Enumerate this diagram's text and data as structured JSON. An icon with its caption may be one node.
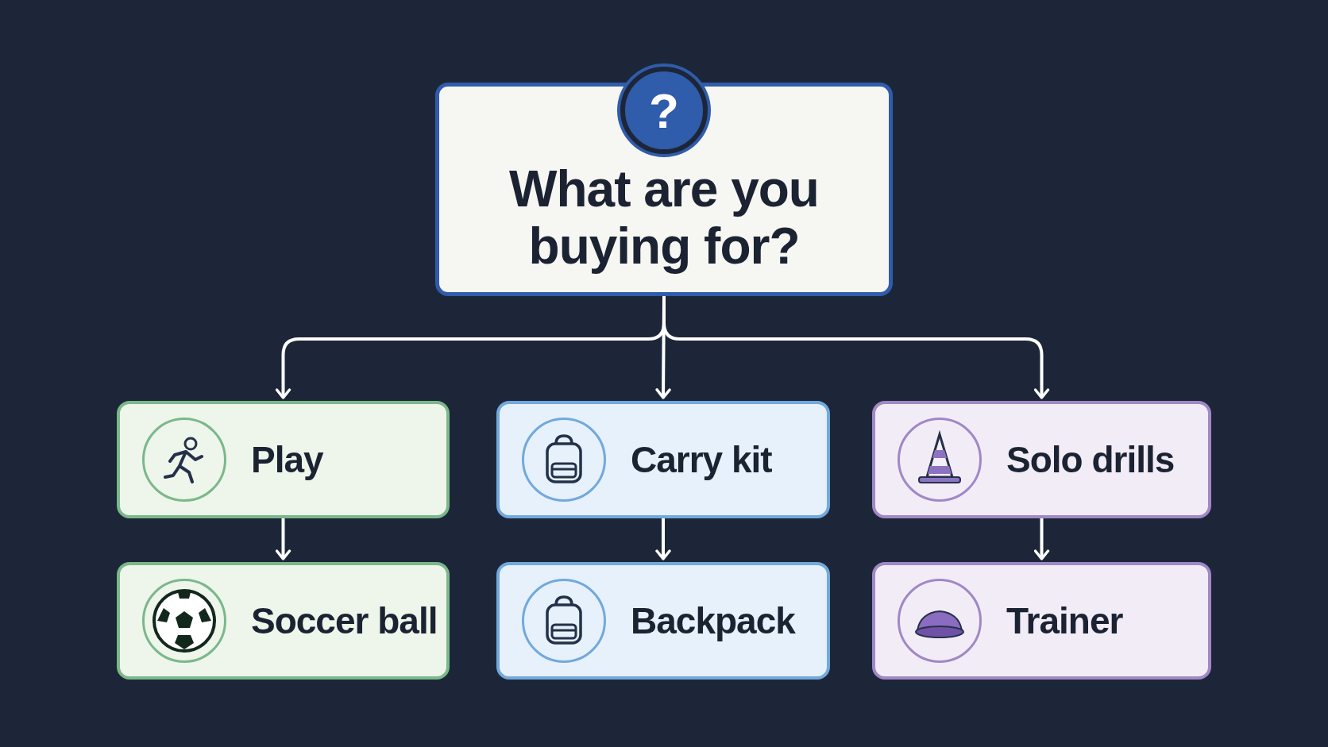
{
  "diagram": {
    "nodes": [
      {
        "text": [
          "What are you buying for?"
        ]
      },
      {
        "text": [
          "Play"
        ]
      },
      {
        "text": [
          "Carry kit"
        ]
      },
      {
        "text": [
          "Solo drills"
        ]
      },
      {
        "text": [
          "Soccer ball"
        ]
      },
      {
        "text": [
          "Backpack"
        ]
      },
      {
        "text": [
          "Trainer"
        ]
      }
    ],
    "edges": [
      {
        "from": 0,
        "to": 1,
        "arrow": "to"
      },
      {
        "from": 0,
        "to": 2,
        "arrow": "to"
      },
      {
        "from": 0,
        "to": 3,
        "arrow": "to"
      },
      {
        "from": 1,
        "to": 4,
        "arrow": "to"
      },
      {
        "from": 2,
        "to": 5,
        "arrow": "to"
      },
      {
        "from": 3,
        "to": 6,
        "arrow": "to"
      }
    ],
    "labels": [
      "?"
    ]
  }
}
